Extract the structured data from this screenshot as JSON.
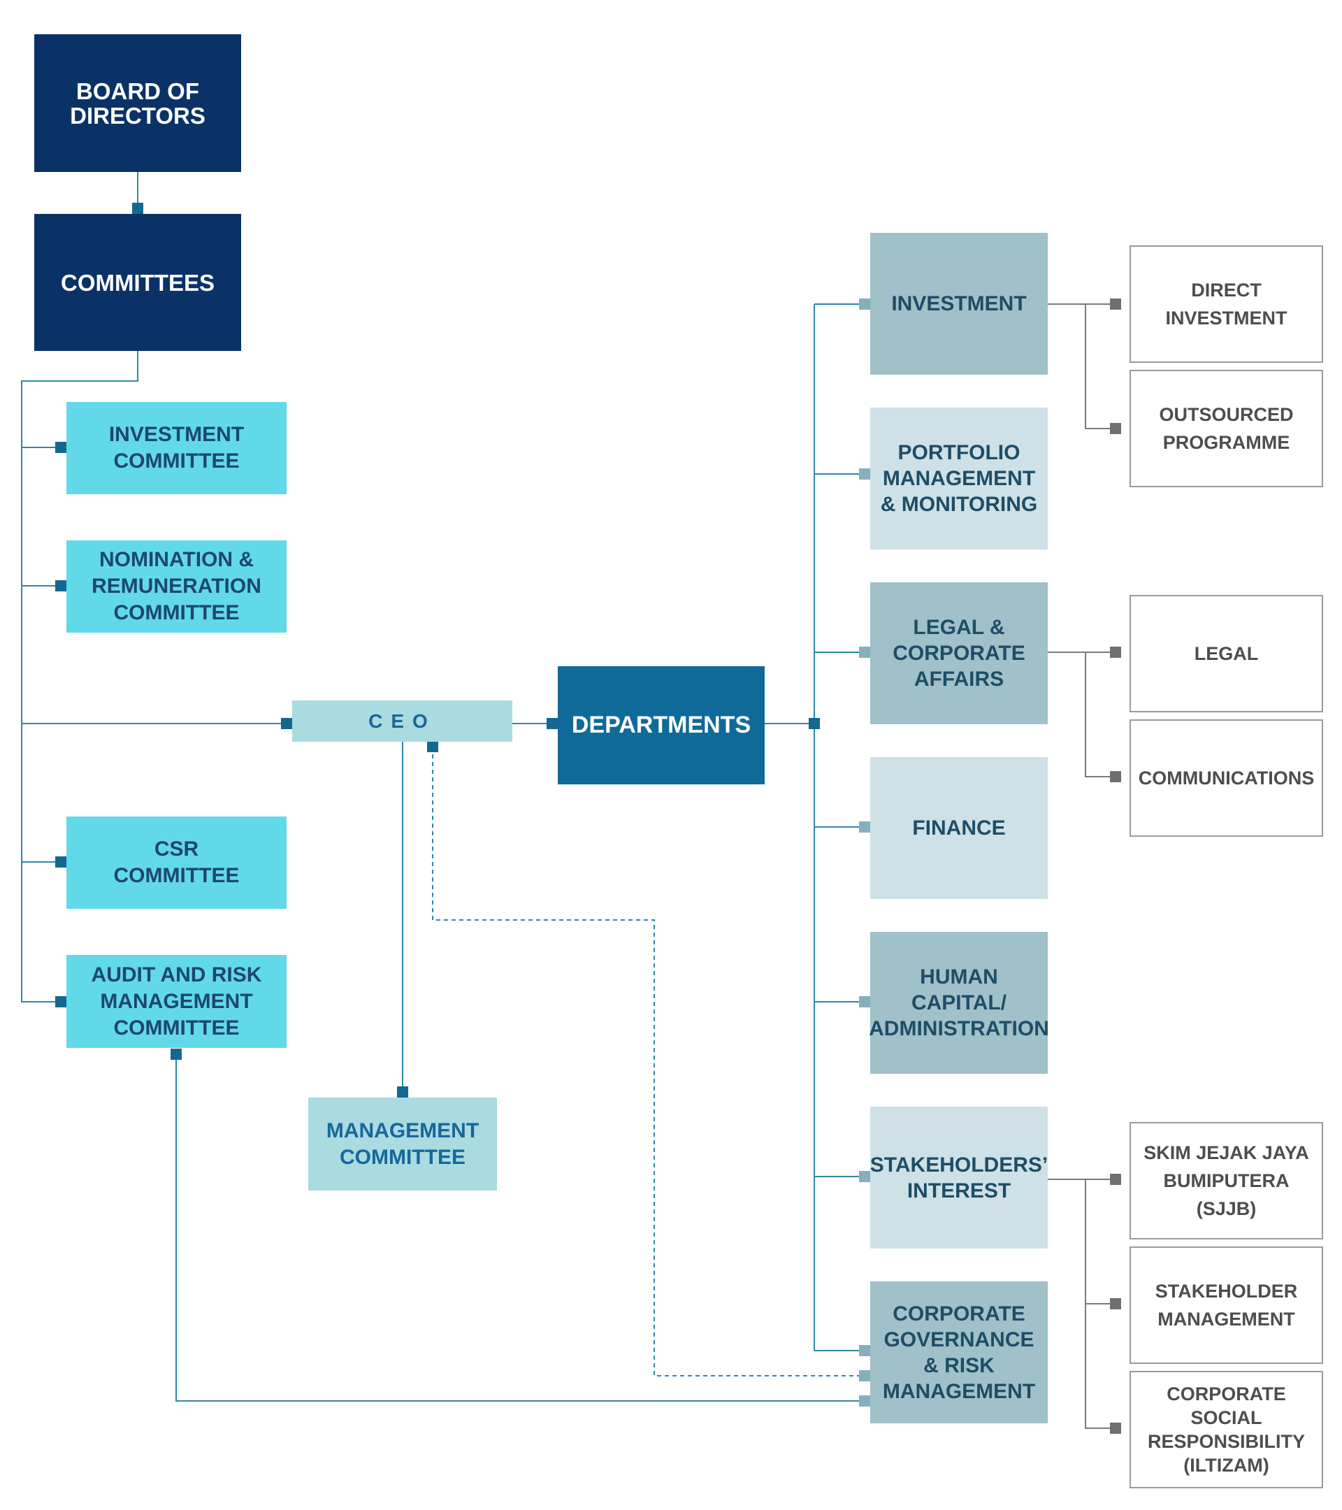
{
  "board": {
    "label": "BOARD OF\nDIRECTORS"
  },
  "committees": {
    "label": "COMMITTEES",
    "investment": "INVESTMENT\nCOMMITTEE",
    "nomination": "NOMINATION &\nREMUNERATION\nCOMMITTEE",
    "csr": "CSR\nCOMMITTEE",
    "audit": "AUDIT AND RISK\nMANAGEMENT\nCOMMITTEE"
  },
  "ceo": {
    "label": "CEO"
  },
  "management_committee": {
    "label": "MANAGEMENT\nCOMMITTEE"
  },
  "departments": {
    "label": "DEPARTMENTS",
    "investment": "INVESTMENT",
    "portfolio": "PORTFOLIO\nMANAGEMENT\n& MONITORING",
    "legal": "LEGAL &\nCORPORATE\nAFFAIRS",
    "finance": "FINANCE",
    "human_capital": "HUMAN\nCAPITAL/\nADMINISTRATION",
    "stakeholders": "STAKEHOLDERS’\nINTEREST",
    "governance": "CORPORATE\nGOVERNANCE\n& RISK\nMANAGEMENT"
  },
  "units": {
    "direct_investment": "DIRECT\nINVESTMENT",
    "outsourced": "OUTSOURCED\nPROGRAMME",
    "legal": "LEGAL",
    "communications": "COMMUNICATIONS",
    "sjjb": "SKIM JEJAK JAYA\nBUMIPUTERA\n(SJJB)",
    "stakeholder_mgmt": "STAKEHOLDER\nMANAGEMENT",
    "csr": "CORPORATE\nSOCIAL\nRESPONSIBILITY\n(ILTIZAM)"
  },
  "colors": {
    "navy": "#0a3267",
    "cyan": "#62d9e8",
    "ceo_fill": "#a9dbe1",
    "departments_fill": "#0f6a99",
    "dept_dark": "#a0c0ca",
    "dept_light": "#cde1e6",
    "line": "#2f86a8",
    "grey_line": "#7a7a7a"
  }
}
